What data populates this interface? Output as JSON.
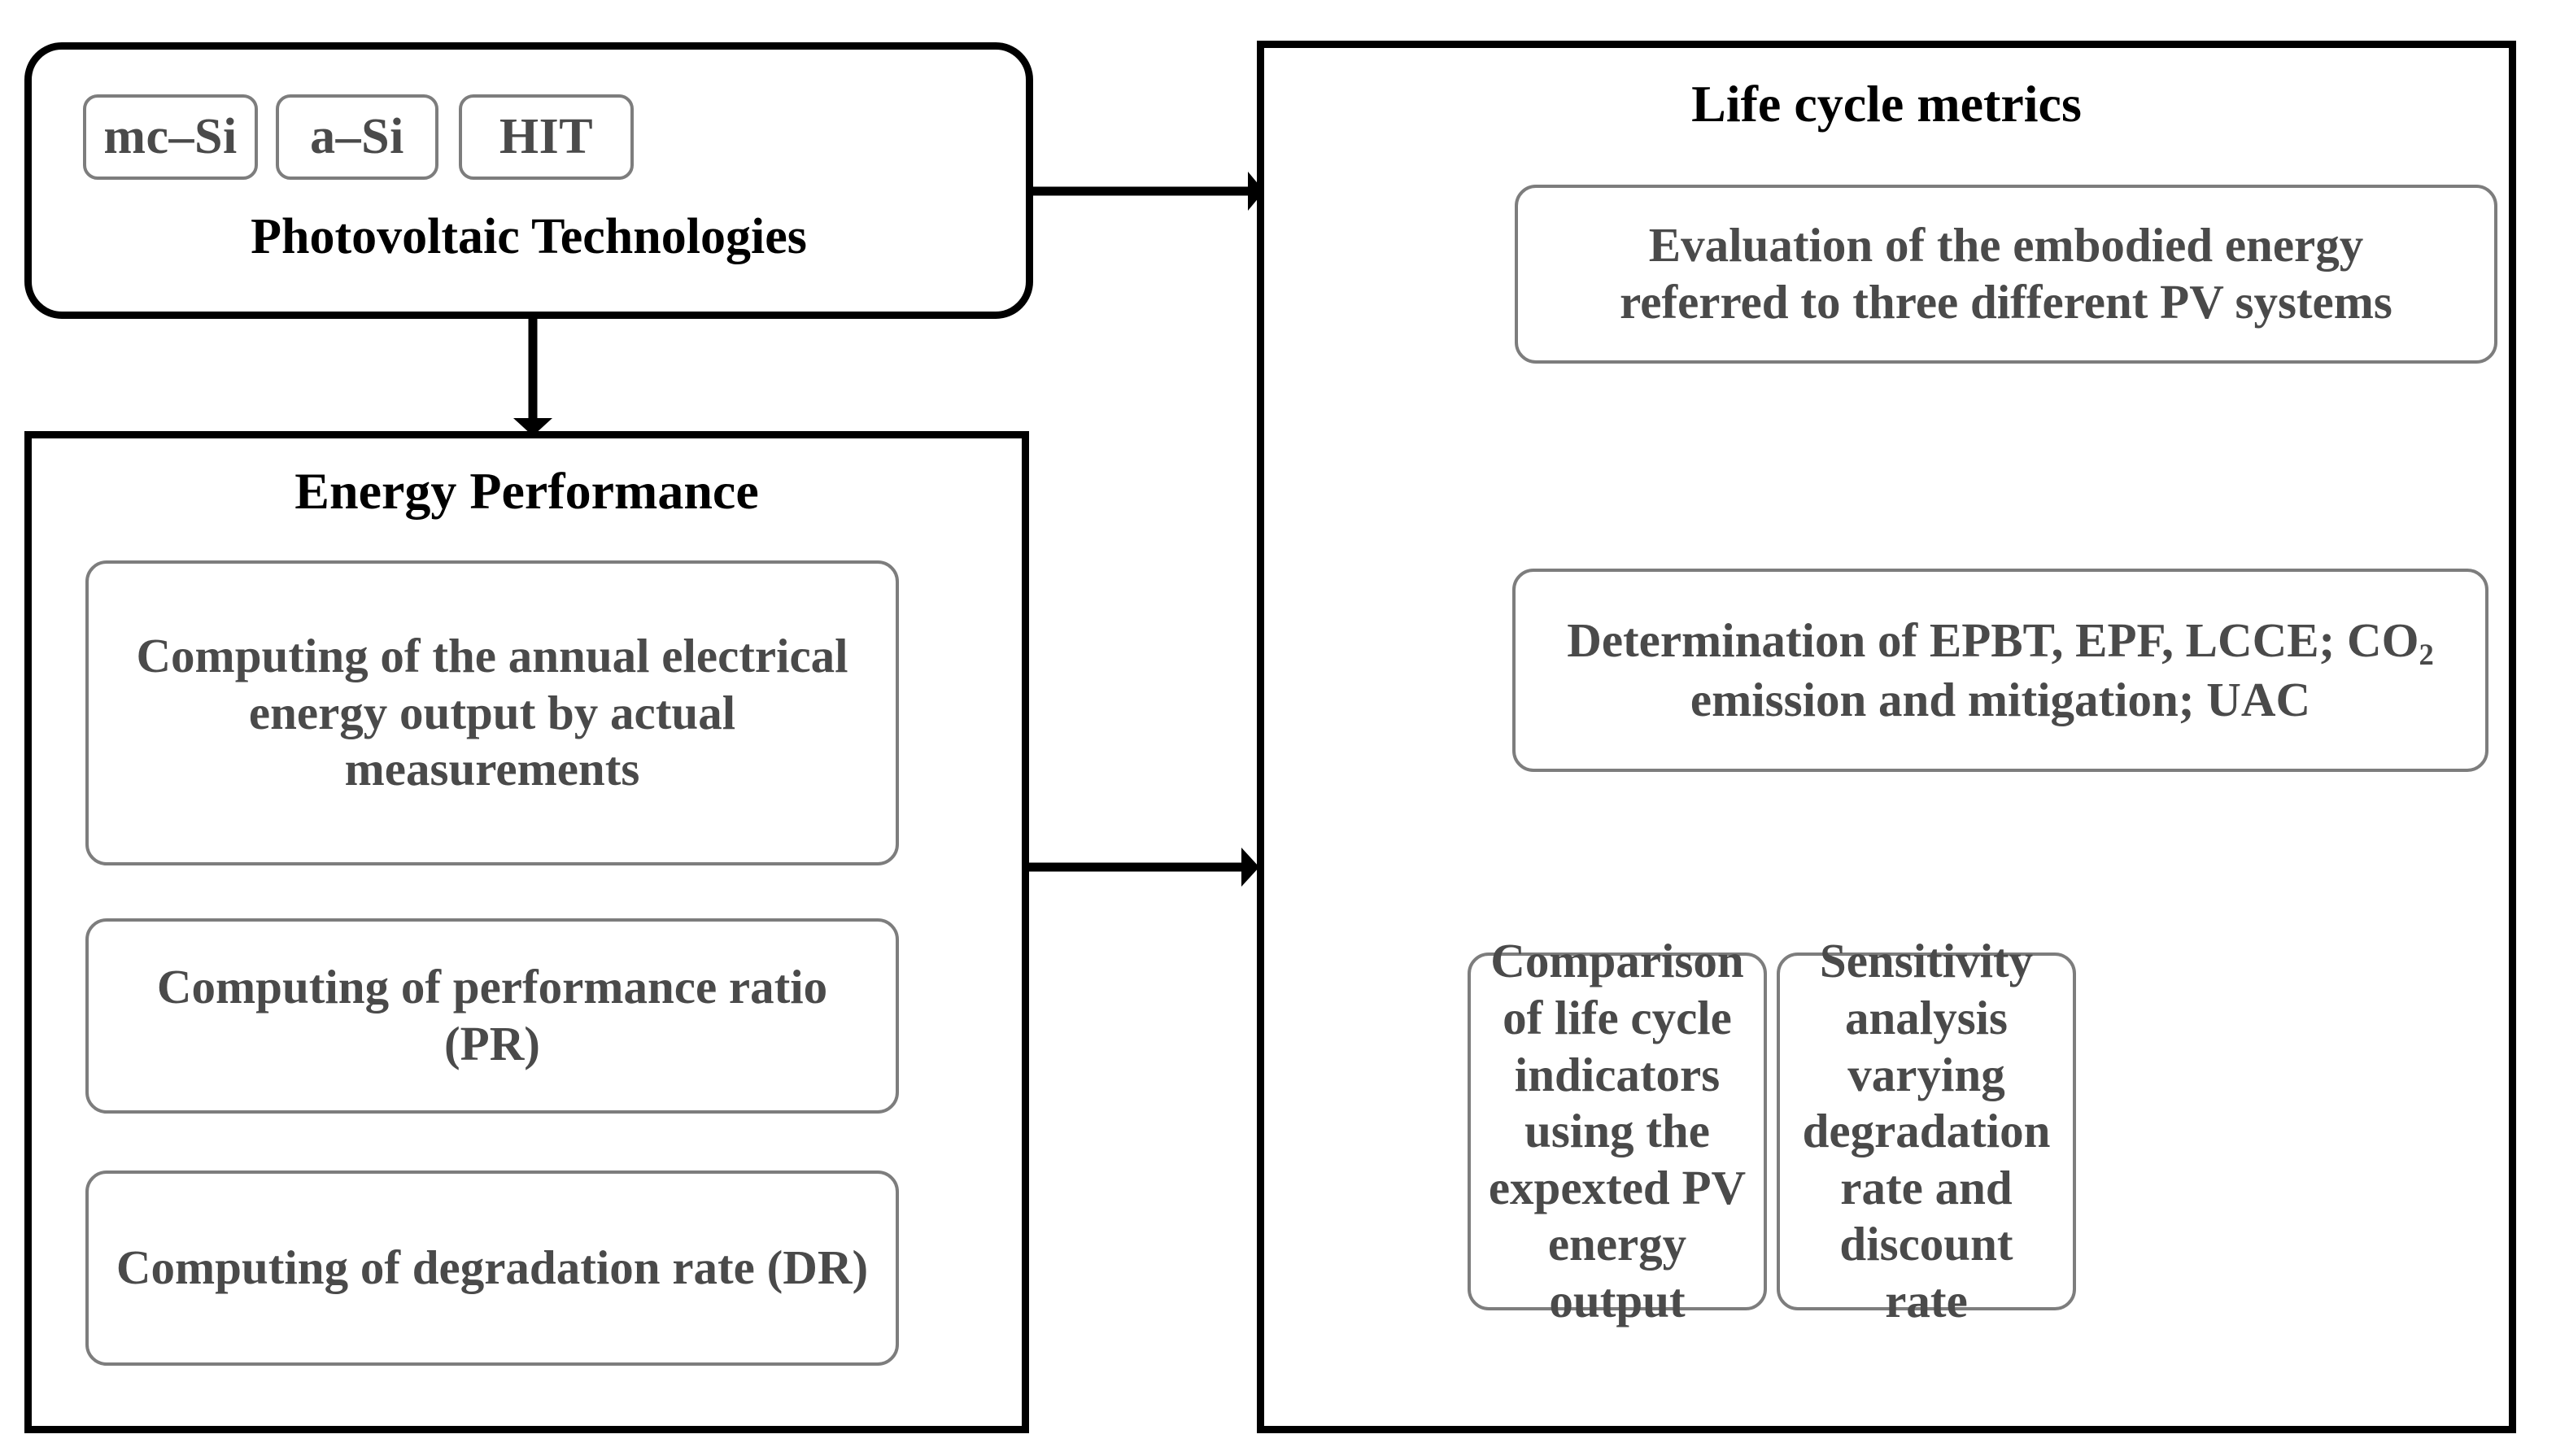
{
  "diagram": {
    "title": "PV life cycle assessment methodology flowchart",
    "colors": {
      "outer_border": "#000000",
      "inner_border": "#7d7d7d",
      "inner_text": "#4a4a4a",
      "heading_text": "#000000",
      "background": "#ffffff"
    }
  },
  "pv_technologies": {
    "label": "Photovoltaic Technologies",
    "chips": [
      {
        "id": "mc-si",
        "label": "mc–Si"
      },
      {
        "id": "a-si",
        "label": "a–Si"
      },
      {
        "id": "hit",
        "label": "HIT"
      }
    ]
  },
  "energy_performance": {
    "title": "Energy Performance",
    "boxes": [
      {
        "id": "annual-output",
        "label": "Computing of the annual electrical energy output by actual measurements"
      },
      {
        "id": "performance-ratio",
        "label": "Computing of performance ratio (PR)"
      },
      {
        "id": "degradation-rate",
        "label": "Computing of degradation rate (DR)"
      }
    ]
  },
  "life_cycle_metrics": {
    "title": "Life cycle metrics",
    "boxes": [
      {
        "id": "embodied-energy",
        "label": "Evaluation of the embodied energy referred to three different PV systems"
      },
      {
        "id": "indicators-determination",
        "label_part1": "Determination of  EPBT, EPF, LCCE; CO",
        "label_subscript": "2",
        "label_part2": " emission and mitigation; UAC",
        "label_plain": "Determination of  EPBT, EPF, LCCE; CO2 emission and mitigation; UAC"
      },
      {
        "id": "comparison-indicators",
        "label": "Comparison of life cycle indicators using the expexted PV energy output"
      },
      {
        "id": "sensitivity-analysis",
        "label": "Sensitivity analysis varying degradation rate and discount rate"
      }
    ]
  },
  "connectors": [
    {
      "id": "pv-to-life-cycle",
      "from": "pv-technologies",
      "to": "life-cycle-metrics",
      "direction": "right"
    },
    {
      "id": "pv-to-energy-performance",
      "from": "pv-technologies",
      "to": "energy-performance",
      "direction": "down"
    },
    {
      "id": "energy-performance-to-life-cycle",
      "from": "energy-performance",
      "to": "life-cycle-metrics",
      "direction": "right"
    }
  ]
}
